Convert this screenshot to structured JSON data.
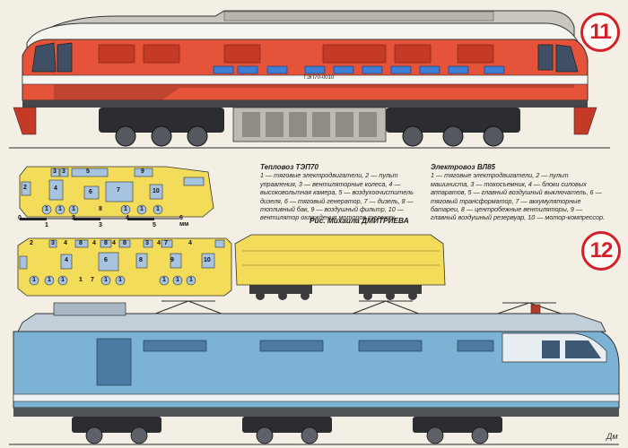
{
  "badges": {
    "tep70": "11",
    "vl85": "12"
  },
  "tep70": {
    "plate": "ТЭП70-0010",
    "title": "Тепловоз ТЭП70",
    "caption": "1 — тяговые электродвигатели, 2 — пульт управления, 3 — вентиляторные колеса, 4 — высоковольтная камера, 5 — воздухоочиститель дизеля, 6 — тяговый генератор, 7 — дизель, 8 — топливный бак, 9 — воздушный фильтр, 10 — вентилятор охлаждения моторов тележек."
  },
  "vl85": {
    "title": "Электровоз ВЛ85",
    "caption": "1 — тяговые электродвигатели, 2 — пульт машиниста, 3 — токосъемник, 4 — блоки силовых аппаратов, 5 — главный воздушный выключатель, 6 — тяговый трансформатор, 7 — аккумуляторные батареи, 8 — центробежные вентиляторы, 9 — главный воздушный резервуар, 10 — мотор-компрессор."
  },
  "credit": "Рис. Михаила ДМИТРИЕВА",
  "scale": {
    "ticks": [
      "0",
      "1",
      "2",
      "3",
      "4",
      "5",
      "6 мм"
    ]
  },
  "plan_tep70": {
    "labels": [
      "3",
      "3",
      "5",
      "9",
      "4",
      "7",
      "6",
      "10",
      "2",
      "1",
      "1",
      "1",
      "8",
      "1",
      "1",
      "1"
    ]
  },
  "plan_vl85": {
    "labels": [
      "2",
      "3",
      "4",
      "8",
      "4",
      "8",
      "4",
      "8",
      "3",
      "4",
      "7",
      "4",
      "6",
      "4",
      "8",
      "10",
      "1",
      "1",
      "1",
      "1",
      "7",
      "1",
      "1",
      "9",
      "1",
      "1",
      "1"
    ]
  },
  "signature": "Дм"
}
